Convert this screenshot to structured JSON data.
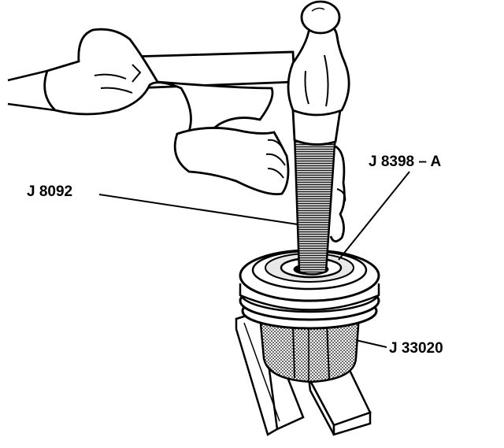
{
  "labels": {
    "puller": "J 8092",
    "installer": "J 8398 – A",
    "holder": "J 33020"
  },
  "colors": {
    "ink": "#000000",
    "paper": "#ffffff",
    "shade": "#9a9a9a"
  },
  "icons": {
    "hammer": "hammer-icon",
    "hand": "hand-icon",
    "tool": "tool-icon"
  }
}
